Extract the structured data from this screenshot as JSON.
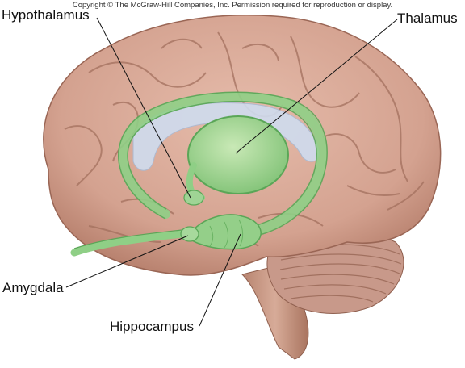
{
  "copyright": "Copyright © The McGraw-Hill Companies, Inc. Permission required for reproduction or display.",
  "labels": {
    "hypothalamus": "Hypothalamus",
    "thalamus": "Thalamus",
    "amygdala": "Amygdala",
    "hippocampus": "Hippocampus"
  },
  "colors": {
    "brain": "#d9a997",
    "brain_shadow": "#a8705f",
    "limbic_green": "#8fcf86",
    "limbic_outline": "#5aa657",
    "ventricle_blue": "#c9d9ee",
    "cerebellum": "#c69b88",
    "brainstem": "#c08f7c"
  }
}
